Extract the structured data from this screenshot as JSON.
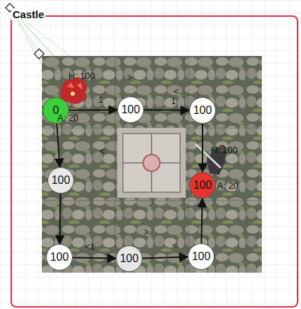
{
  "diagram": {
    "nodes": [
      {
        "text": [
          "Castle"
        ]
      },
      {
        "text": [
          "0"
        ],
        "in": 0
      },
      {
        "text": [
          "100"
        ],
        "in": 0
      },
      {
        "text": [
          "100"
        ],
        "in": 0
      },
      {
        "text": [
          "100"
        ],
        "in": 0
      },
      {
        "text": [
          "100"
        ],
        "in": 0
      },
      {
        "text": [
          "100"
        ],
        "in": 0
      },
      {
        "text": [
          "100"
        ],
        "in": 0
      },
      {
        "text": [
          "100"
        ],
        "in": 0
      }
    ],
    "edges": [
      {
        "from": 1,
        "to": 2,
        "arrow": "to"
      },
      {
        "from": 2,
        "to": 3,
        "arrow": "to"
      },
      {
        "from": 3,
        "to": 5,
        "arrow": "to"
      },
      {
        "from": 1,
        "to": 4,
        "arrow": "to"
      },
      {
        "from": 4,
        "to": 6,
        "arrow": "to"
      },
      {
        "from": 6,
        "to": 7,
        "arrow": "to"
      },
      {
        "from": 7,
        "to": 8,
        "arrow": "to"
      },
      {
        "from": 8,
        "to": 5,
        "arrow": "to"
      }
    ],
    "labels": [
      "H: 100",
      "A: 20",
      "H: 100",
      "A: 20",
      ">",
      "1",
      "<",
      "1",
      "<",
      "<1",
      ">",
      "<"
    ]
  }
}
